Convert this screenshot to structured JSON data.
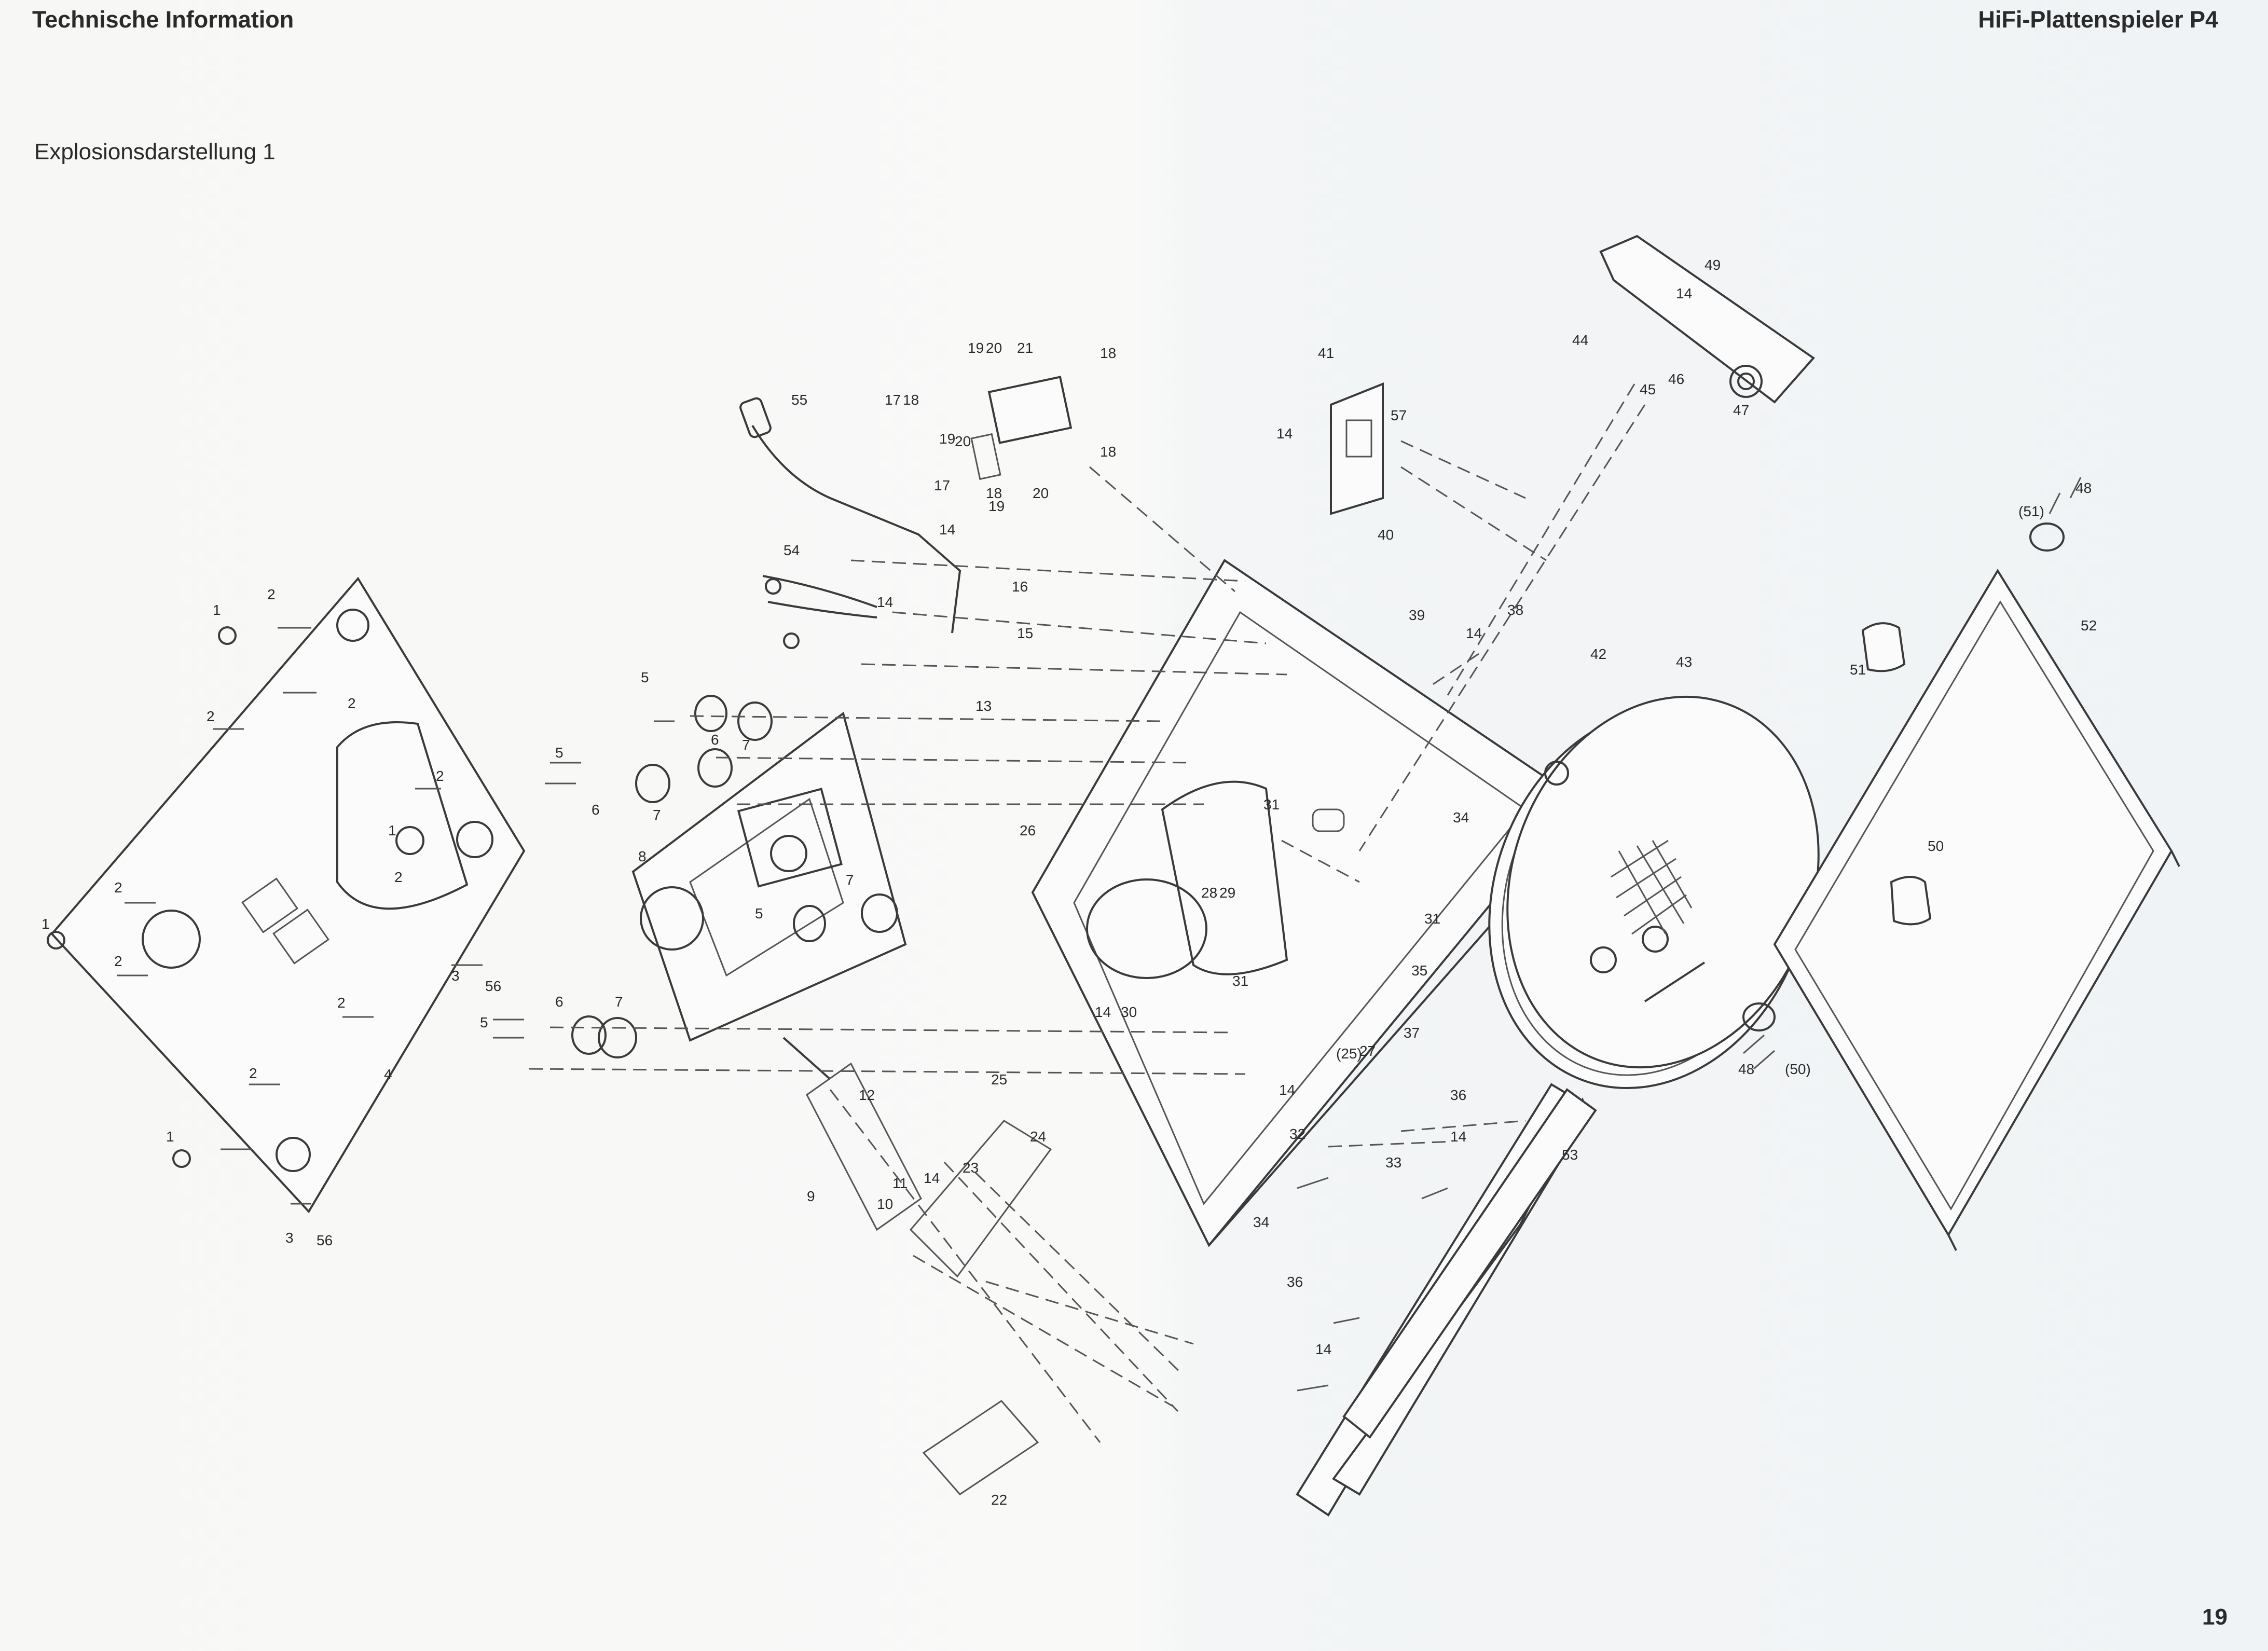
{
  "header": {
    "left_title": "Technische Information",
    "right_title": "HiFi-Plattenspieler P4"
  },
  "subtitle": "Explosionsdarstellung  1",
  "page_number": "19",
  "callouts": [
    {
      "id": "c-1a",
      "text": "1"
    },
    {
      "id": "c-1b",
      "text": "1"
    },
    {
      "id": "c-1c",
      "text": "1"
    },
    {
      "id": "c-1d",
      "text": "1"
    },
    {
      "id": "c-2a",
      "text": "2"
    },
    {
      "id": "c-2b",
      "text": "2"
    },
    {
      "id": "c-2c",
      "text": "2"
    },
    {
      "id": "c-2d",
      "text": "2"
    },
    {
      "id": "c-2e",
      "text": "2"
    },
    {
      "id": "c-2f",
      "text": "2"
    },
    {
      "id": "c-2g",
      "text": "2"
    },
    {
      "id": "c-2h",
      "text": "2"
    },
    {
      "id": "c-2i",
      "text": "2"
    },
    {
      "id": "c-3a",
      "text": "3"
    },
    {
      "id": "c-3b",
      "text": "3"
    },
    {
      "id": "c-4",
      "text": "4"
    },
    {
      "id": "c-56a",
      "text": "56"
    },
    {
      "id": "c-56b",
      "text": "56"
    },
    {
      "id": "c-5a",
      "text": "5"
    },
    {
      "id": "c-5b",
      "text": "5"
    },
    {
      "id": "c-5c",
      "text": "5"
    },
    {
      "id": "c-5d",
      "text": "5"
    },
    {
      "id": "c-6a",
      "text": "6"
    },
    {
      "id": "c-6b",
      "text": "6"
    },
    {
      "id": "c-6c",
      "text": "6"
    },
    {
      "id": "c-7a",
      "text": "7"
    },
    {
      "id": "c-7b",
      "text": "7"
    },
    {
      "id": "c-7c",
      "text": "7"
    },
    {
      "id": "c-7d",
      "text": "7"
    },
    {
      "id": "c-8",
      "text": "8"
    },
    {
      "id": "c-9",
      "text": "9"
    },
    {
      "id": "c-10",
      "text": "10"
    },
    {
      "id": "c-11",
      "text": "11"
    },
    {
      "id": "c-12",
      "text": "12"
    },
    {
      "id": "c-13",
      "text": "13"
    },
    {
      "id": "c-14a",
      "text": "14"
    },
    {
      "id": "c-14b",
      "text": "14"
    },
    {
      "id": "c-14c",
      "text": "14"
    },
    {
      "id": "c-14d",
      "text": "14"
    },
    {
      "id": "c-14e",
      "text": "14"
    },
    {
      "id": "c-14f",
      "text": "14"
    },
    {
      "id": "c-14g",
      "text": "14"
    },
    {
      "id": "c-14h",
      "text": "14"
    },
    {
      "id": "c-14i",
      "text": "14"
    },
    {
      "id": "c-14j",
      "text": "14"
    },
    {
      "id": "c-15",
      "text": "15"
    },
    {
      "id": "c-16",
      "text": "16"
    },
    {
      "id": "c-17a",
      "text": "17"
    },
    {
      "id": "c-17b",
      "text": "17"
    },
    {
      "id": "c-18a",
      "text": "18"
    },
    {
      "id": "c-18b",
      "text": "18"
    },
    {
      "id": "c-18c",
      "text": "18"
    },
    {
      "id": "c-18d",
      "text": "18"
    },
    {
      "id": "c-19a",
      "text": "19"
    },
    {
      "id": "c-19b",
      "text": "19"
    },
    {
      "id": "c-19c",
      "text": "19"
    },
    {
      "id": "c-20a",
      "text": "20"
    },
    {
      "id": "c-20b",
      "text": "20"
    },
    {
      "id": "c-20c",
      "text": "20"
    },
    {
      "id": "c-21",
      "text": "21"
    },
    {
      "id": "c-22",
      "text": "22"
    },
    {
      "id": "c-23",
      "text": "23"
    },
    {
      "id": "c-24",
      "text": "24"
    },
    {
      "id": "c-25",
      "text": "25"
    },
    {
      "id": "c-25p",
      "text": "(25)"
    },
    {
      "id": "c-26",
      "text": "26"
    },
    {
      "id": "c-27",
      "text": "27"
    },
    {
      "id": "c-28",
      "text": "28"
    },
    {
      "id": "c-29",
      "text": "29"
    },
    {
      "id": "c-30",
      "text": "30"
    },
    {
      "id": "c-31a",
      "text": "31"
    },
    {
      "id": "c-31b",
      "text": "31"
    },
    {
      "id": "c-31c",
      "text": "31"
    },
    {
      "id": "c-32",
      "text": "32"
    },
    {
      "id": "c-33",
      "text": "33"
    },
    {
      "id": "c-34a",
      "text": "34"
    },
    {
      "id": "c-34b",
      "text": "34"
    },
    {
      "id": "c-35",
      "text": "35"
    },
    {
      "id": "c-36a",
      "text": "36"
    },
    {
      "id": "c-36b",
      "text": "36"
    },
    {
      "id": "c-37",
      "text": "37"
    },
    {
      "id": "c-38",
      "text": "38"
    },
    {
      "id": "c-39",
      "text": "39"
    },
    {
      "id": "c-40",
      "text": "40"
    },
    {
      "id": "c-41",
      "text": "41"
    },
    {
      "id": "c-42",
      "text": "42"
    },
    {
      "id": "c-43",
      "text": "43"
    },
    {
      "id": "c-44",
      "text": "44"
    },
    {
      "id": "c-45",
      "text": "45"
    },
    {
      "id": "c-46",
      "text": "46"
    },
    {
      "id": "c-47",
      "text": "47"
    },
    {
      "id": "c-48a",
      "text": "48"
    },
    {
      "id": "c-48b",
      "text": "48"
    },
    {
      "id": "c-49",
      "text": "49"
    },
    {
      "id": "c-50",
      "text": "50"
    },
    {
      "id": "c-50p",
      "text": "(50)"
    },
    {
      "id": "c-51",
      "text": "51"
    },
    {
      "id": "c-51p",
      "text": "(51)"
    },
    {
      "id": "c-52",
      "text": "52"
    },
    {
      "id": "c-53",
      "text": "53"
    },
    {
      "id": "c-54",
      "text": "54"
    },
    {
      "id": "c-55",
      "text": "55"
    },
    {
      "id": "c-57",
      "text": "57"
    }
  ]
}
